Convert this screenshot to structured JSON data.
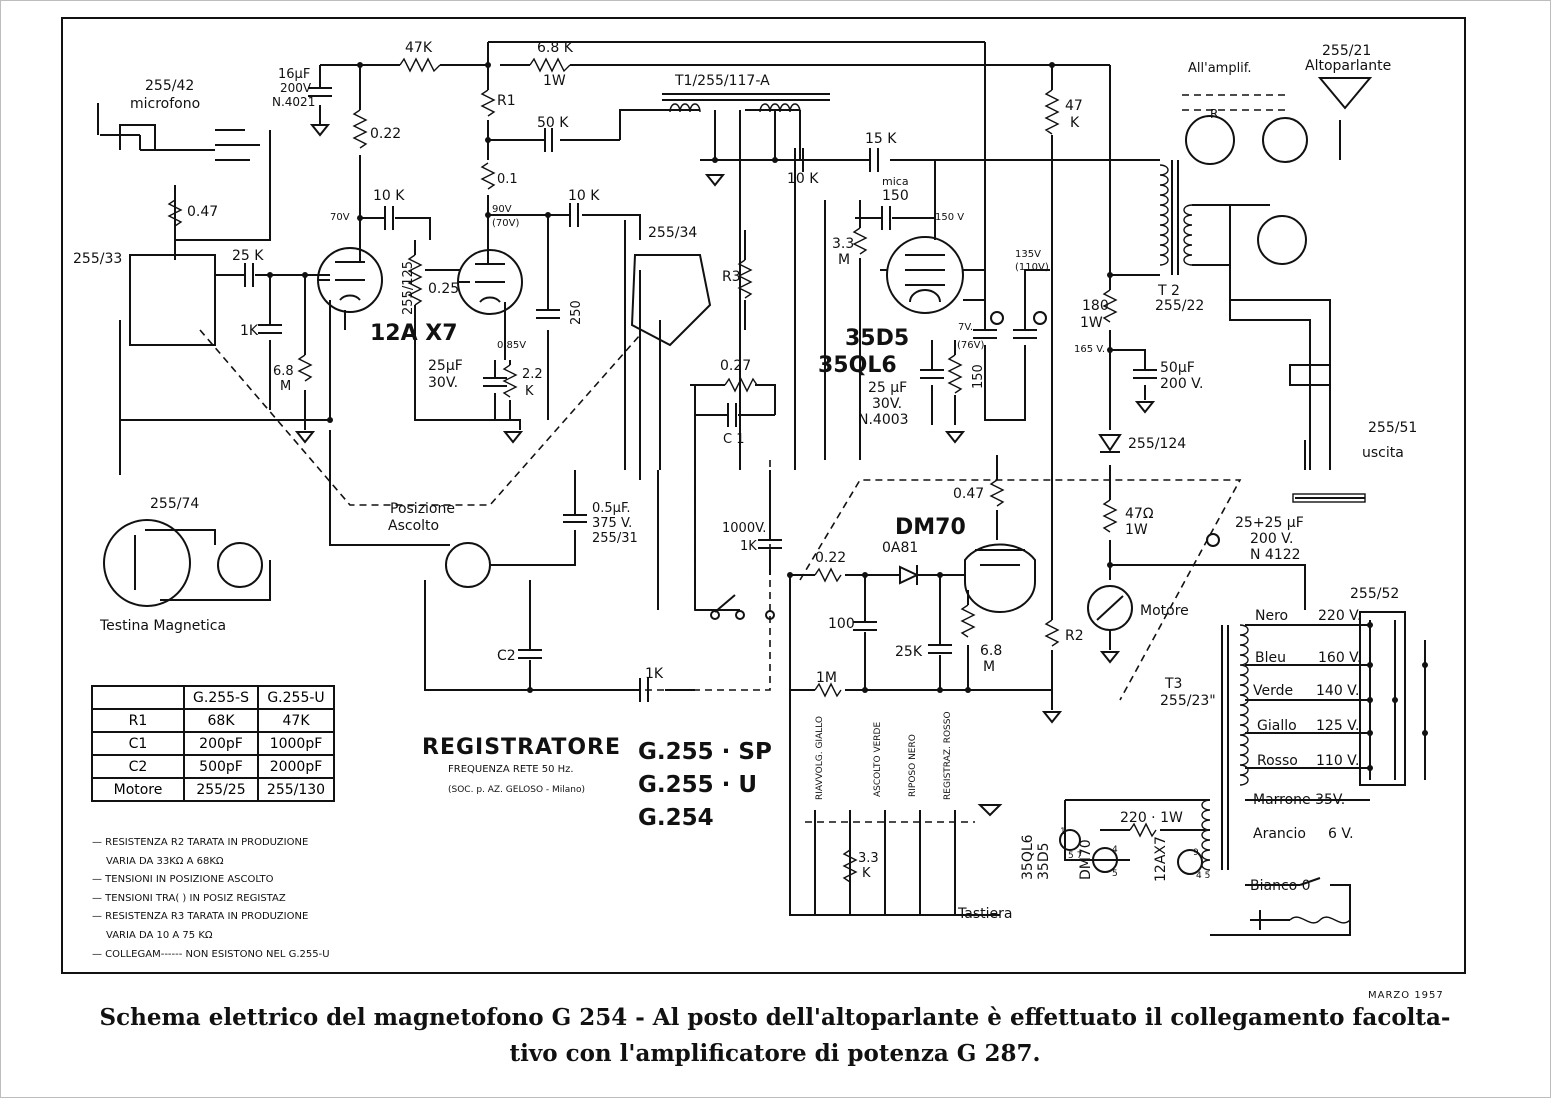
{
  "caption": {
    "line1": "Schema elettrico del magnetofono G 254 - Al posto dell'altoparlante è effettuato il collegamento facolta-",
    "line2": "tivo con l'amplificatore di potenza G 287."
  },
  "date": "MARZO 1957",
  "title": {
    "main": "REGISTRATORE",
    "freq": "FREQUENZA RETE 50 Hz.",
    "company": "(SOC. p. AZ. GELOSO - Milano)",
    "models": [
      "G.255 · SP",
      "G.255 · U",
      "G.254"
    ]
  },
  "table": {
    "header": [
      "",
      "G.255-S",
      "G.255-U"
    ],
    "rows": [
      [
        "R1",
        "68K",
        "47K"
      ],
      [
        "C1",
        "200pF",
        "1000pF"
      ],
      [
        "C2",
        "500pF",
        "2000pF"
      ],
      [
        "Motore",
        "255/25",
        "255/130"
      ]
    ]
  },
  "legend": [
    "— RESISTENZA R2 TARATA IN PRODUZIONE",
    "VARIA DA 33KΩ A 68KΩ",
    "— TENSIONI IN POSIZIONE ASCOLTO",
    "— TENSIONI TRA( ) IN POSIZ REGISTAZ",
    "— RESISTENZA R3 TARATA IN PRODUZIONE",
    "VARIA DA 10 A 75 KΩ",
    "— COLLEGAM------ NON ESISTONO NEL G.255-U"
  ],
  "labels": {
    "mic_code": "255/42",
    "mic": "microfono",
    "c16": "16µF",
    "c16v": "200V",
    "c16n": "N.4021",
    "r47k": "47K",
    "r68k": "6.8 K",
    "r68kw": "1W",
    "t1": "T1/255/117-A",
    "r1": "R1",
    "c50k": "50 K",
    "r01": "0.1",
    "r022": "0.22",
    "r047": "0.47",
    "s25533": "255/33",
    "c25k": "25 K",
    "c10k1": "10 K",
    "c10k2": "10 K",
    "v70": "70V",
    "v90": "90V",
    "v70b": "(70V)",
    "tube1": "12A X7",
    "r25125": "255/125",
    "p025": "0.25",
    "c1k": "1K",
    "r68m": "6.8",
    "r68mu": "M",
    "c25uf": "25µF",
    "c30v": "30V.",
    "v085": "0.85V",
    "r22": "2.2",
    "r22u": "K",
    "c250": "250",
    "s25534": "255/34",
    "r3": "R3",
    "r027": "0.27",
    "c1": "C 1",
    "c10k3": "10 K",
    "c15k": "15 K",
    "mica": "mica",
    "c150": "150",
    "v150": "150 V",
    "r33m": "3.3",
    "r33mu": "M",
    "v135": "135V",
    "v110": "(110V)",
    "tube2a": "35D5",
    "tube2b": "35QL6",
    "v7": "7V.",
    "v76": "(76V)",
    "c25uf2": "25 µF",
    "c30v2": "30V.",
    "n4003": "N.4003",
    "r150": "150",
    "r47kb": "47",
    "r47kbu": "K",
    "amplif": "All'amplif.",
    "rr": "R",
    "spk_code": "255/21",
    "spk": "Altoparlante",
    "t2": "T 2",
    "t2c": "255/22",
    "r180": "180",
    "r180w": "1W",
    "v165": "165 V.",
    "c50uf": "50µF",
    "c200v": "200 V.",
    "d255124": "255/124",
    "r47ohm": "47Ω",
    "r47ohmw": "1W",
    "c2525": "25+25 µF",
    "c2525v": "200 V.",
    "c2525n": "N 4122",
    "motor": "Motore",
    "s25551": "255/51",
    "uscita": "uscita",
    "s25552": "255/52",
    "s25574": "255/74",
    "testina": "Testina Magnetica",
    "posizione": "Posizione",
    "ascolto": "Ascolto",
    "c05": "0.5µF.",
    "c375": "375 V.",
    "c25531": "255/31",
    "c1000": "1000V.",
    "c1k2": "1K",
    "tube3": "DM70",
    "r047b": "0.47",
    "r022b": "0.22",
    "d0a81": "0A81",
    "c100": "100",
    "c25kb": "25K",
    "r68mb": "6.8",
    "r68mbu": "M",
    "r2": "R2",
    "c2": "C2",
    "c1k3": "1K",
    "r1m": "1M",
    "t3": "T3",
    "t3c": "255/23\"",
    "taps": [
      "Nero",
      "Bleu",
      "Verde",
      "Giallo",
      "Rosso",
      "Marrone 35V.",
      "Arancio",
      "Bianco 0"
    ],
    "tapv": [
      "220 V.",
      "160 V.",
      "140 V.",
      "125 V.",
      "110 V.",
      "",
      "6 V.",
      ""
    ],
    "sw": [
      "RIAVVOLG. GIALLO",
      "ASCOLTO VERDE",
      "RIPOSO NERO",
      "REGISTRAZ. ROSSO"
    ],
    "r33k": "3.3",
    "r33ku": "K",
    "tastiera": "Tastiera",
    "r2201w": "220 · 1W",
    "fil1": "35QL6",
    "fil1b": "35D5",
    "fil2": "DM70",
    "fil3": "12AX7",
    "fp1": "1",
    "fp2": "5 7",
    "fp3": "4",
    "fp4": "5",
    "fp5": "9",
    "fp6": "4 5"
  }
}
